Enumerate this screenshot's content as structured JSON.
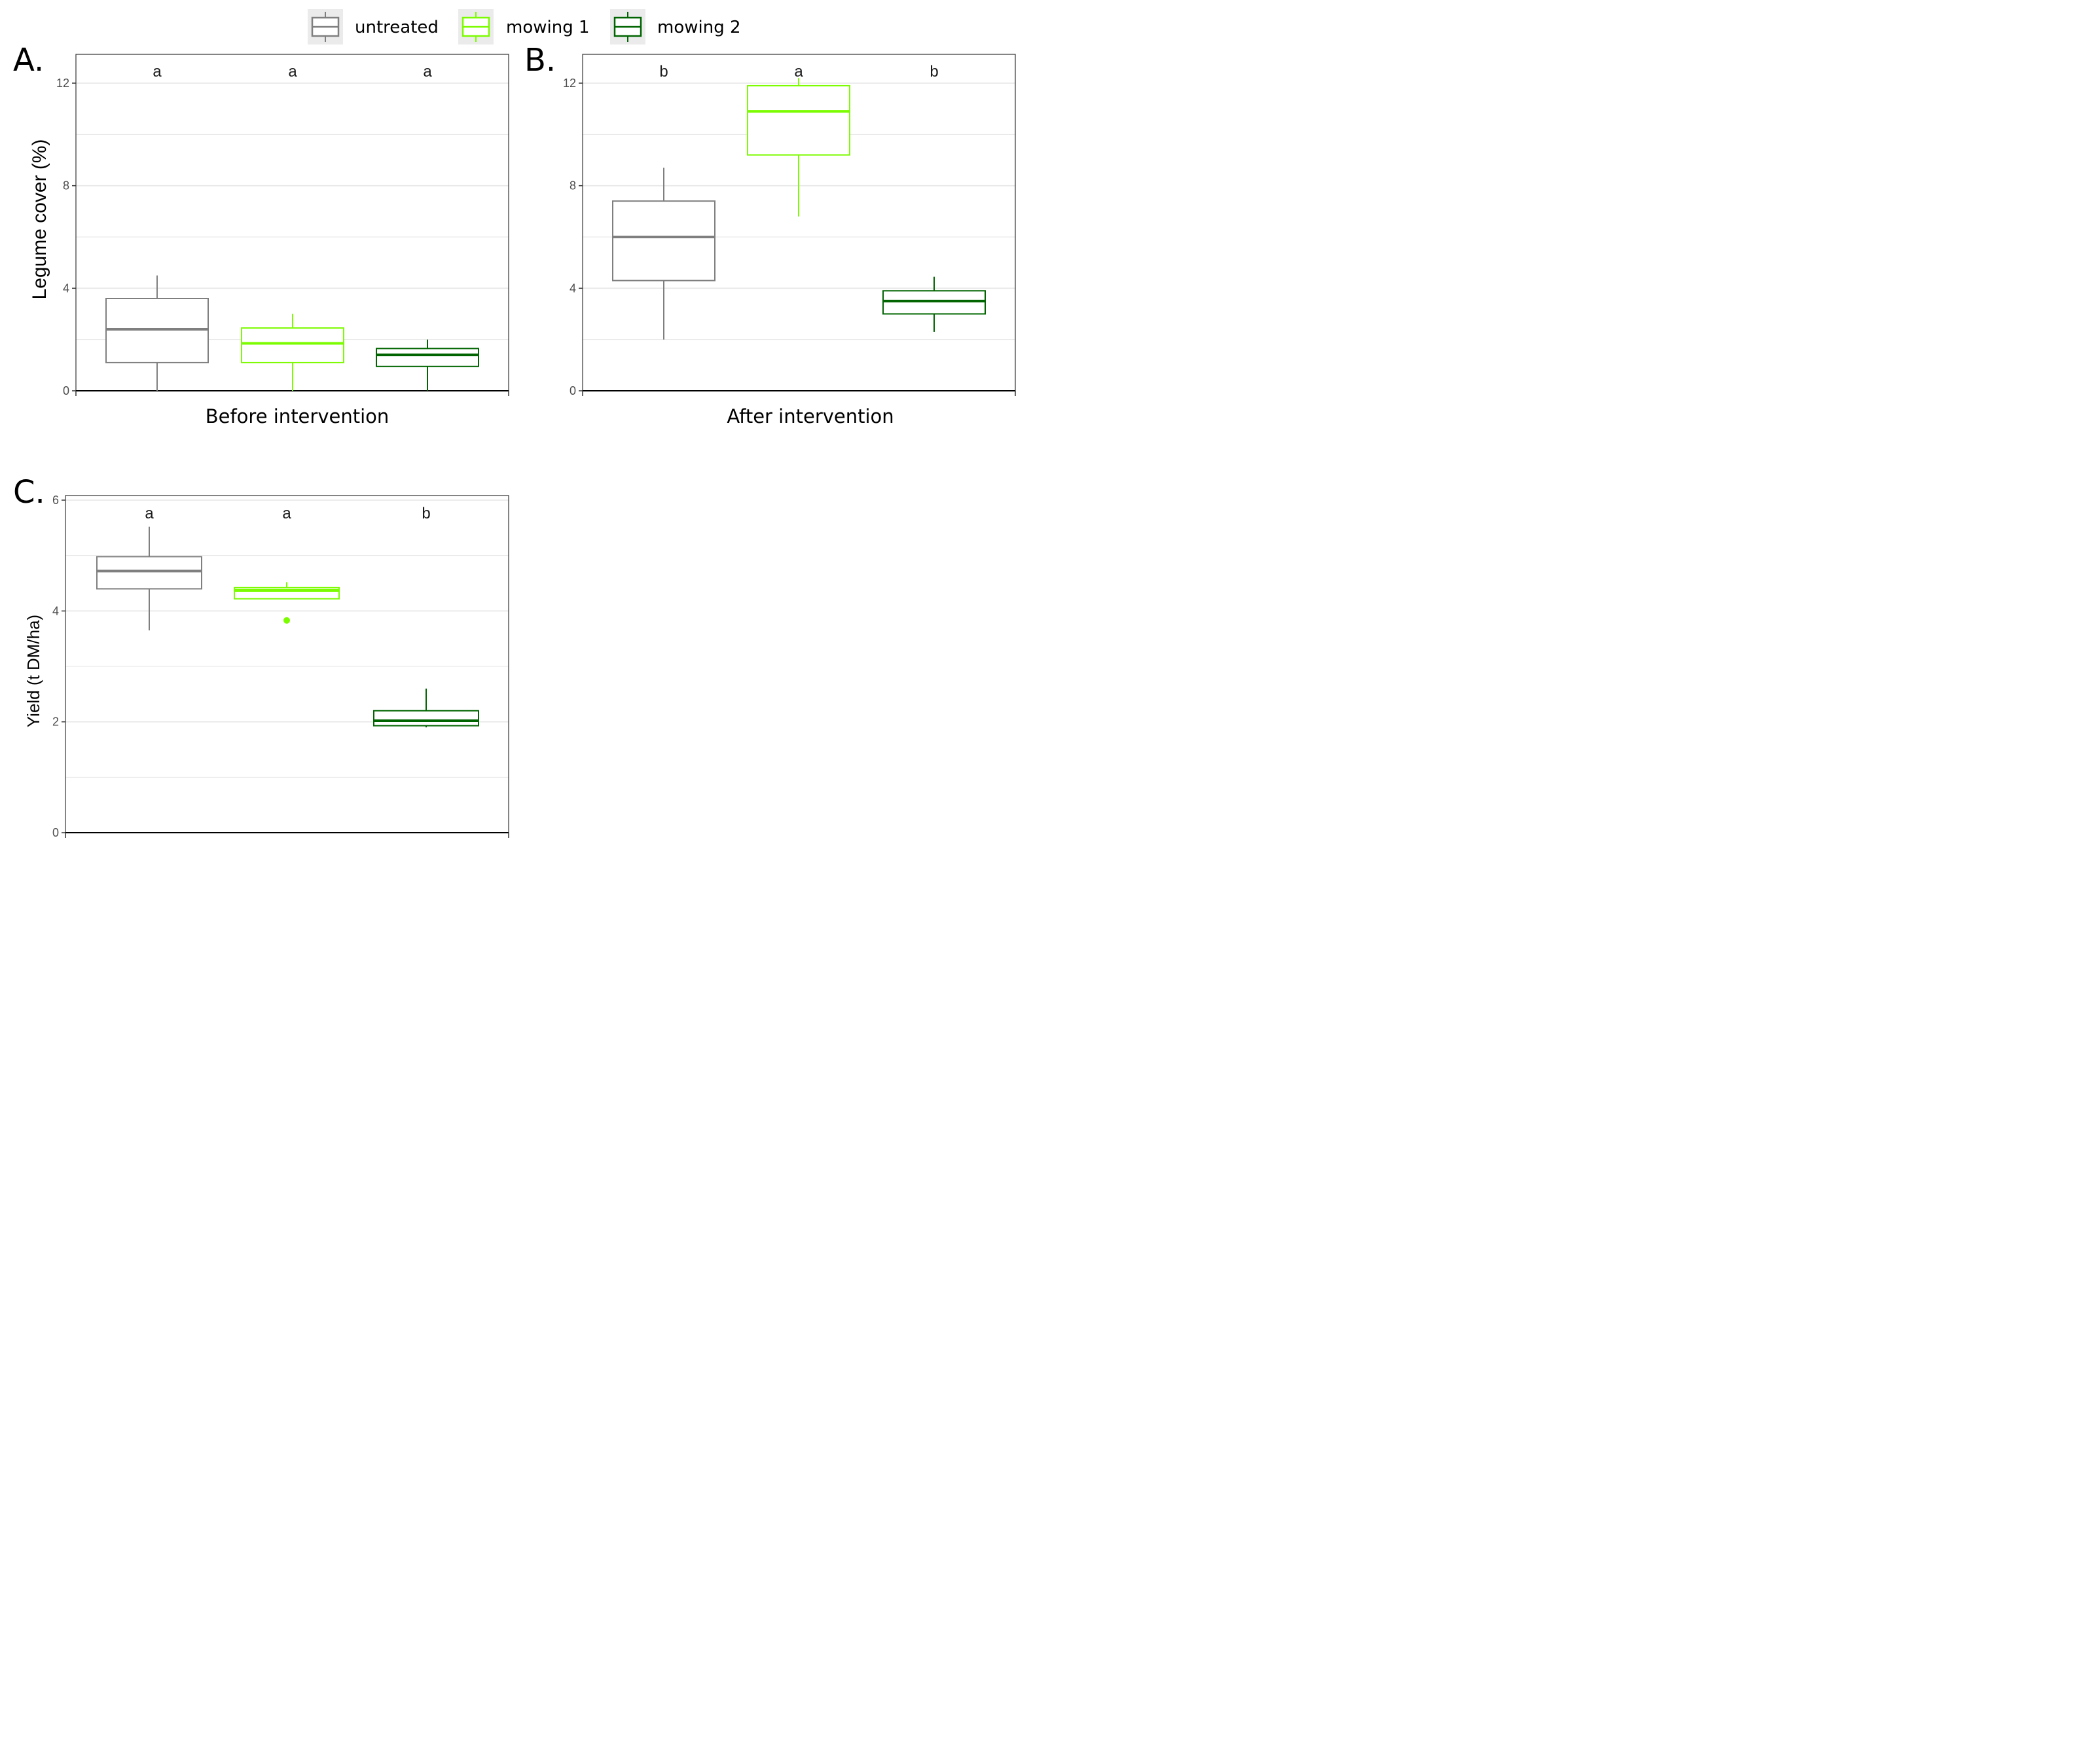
{
  "legend": {
    "placement": "top",
    "items": [
      {
        "name": "untreated",
        "color": "#7f7f7f"
      },
      {
        "name": "mowing 1",
        "color": "#7cfc00"
      },
      {
        "name": "mowing 2",
        "color": "#006400"
      }
    ]
  },
  "chart_data": [
    {
      "type": "box",
      "panel_label": "A.",
      "xlabel": "Before intervention",
      "ylabel": "Legume cover (%)",
      "ylim": [
        0,
        13
      ],
      "yticks": [
        0,
        4,
        8,
        12
      ],
      "grid": true,
      "series": [
        {
          "name": "untreated",
          "min": 0.0,
          "q1": 1.1,
          "median": 2.4,
          "q3": 3.6,
          "max": 4.5,
          "letter": "a",
          "outliers": []
        },
        {
          "name": "mowing 1",
          "min": 0.0,
          "q1": 1.1,
          "median": 1.85,
          "q3": 2.45,
          "max": 3.0,
          "letter": "a",
          "outliers": []
        },
        {
          "name": "mowing 2",
          "min": 0.0,
          "q1": 0.95,
          "median": 1.4,
          "q3": 1.65,
          "max": 2.0,
          "letter": "a",
          "outliers": []
        }
      ]
    },
    {
      "type": "box",
      "panel_label": "B.",
      "xlabel": "After intervention",
      "ylabel": "",
      "ylim": [
        0,
        13
      ],
      "yticks": [
        0,
        4,
        8,
        12
      ],
      "grid": true,
      "series": [
        {
          "name": "untreated",
          "min": 2.0,
          "q1": 4.3,
          "median": 6.0,
          "q3": 7.4,
          "max": 8.7,
          "letter": "b",
          "outliers": []
        },
        {
          "name": "mowing 1",
          "min": 6.8,
          "q1": 9.2,
          "median": 10.9,
          "q3": 11.9,
          "max": 12.2,
          "letter": "a",
          "outliers": []
        },
        {
          "name": "mowing 2",
          "min": 2.3,
          "q1": 3.0,
          "median": 3.5,
          "q3": 3.9,
          "max": 4.45,
          "letter": "b",
          "outliers": []
        }
      ]
    },
    {
      "type": "box",
      "panel_label": "C.",
      "xlabel": "",
      "ylabel": "Yield (t DM/ha)",
      "ylim": [
        0,
        6
      ],
      "yticks": [
        0,
        2,
        4,
        6
      ],
      "grid": true,
      "series": [
        {
          "name": "untreated",
          "min": 3.65,
          "q1": 4.4,
          "median": 4.72,
          "q3": 4.98,
          "max": 5.52,
          "letter": "a",
          "outliers": []
        },
        {
          "name": "mowing 1",
          "min": 4.22,
          "q1": 4.22,
          "median": 4.37,
          "q3": 4.42,
          "max": 4.52,
          "letter": "a",
          "outliers": [
            3.83
          ]
        },
        {
          "name": "mowing 2",
          "min": 1.9,
          "q1": 1.93,
          "median": 2.02,
          "q3": 2.2,
          "max": 2.6,
          "letter": "b",
          "outliers": []
        }
      ]
    }
  ]
}
